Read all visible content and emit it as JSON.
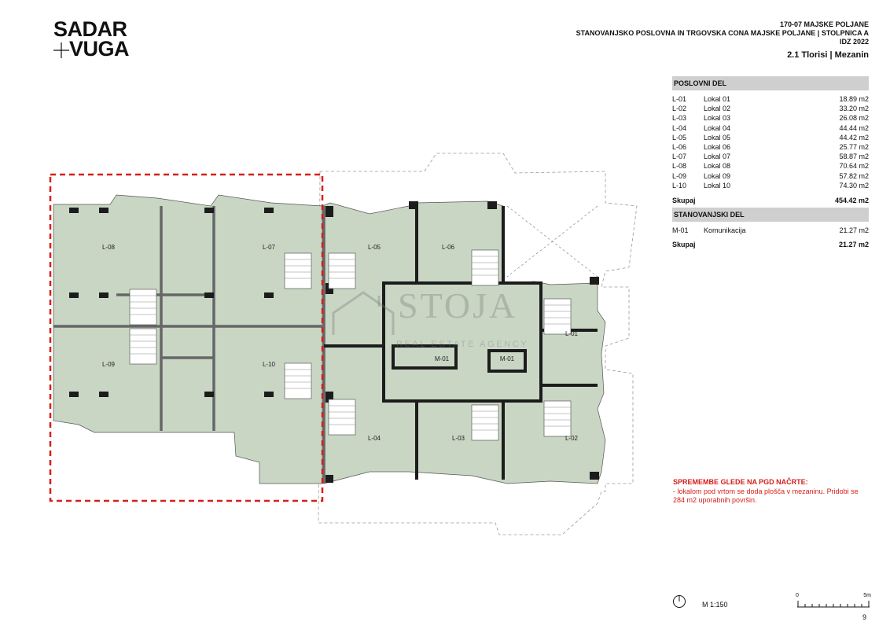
{
  "logo": {
    "line1": "SADAR",
    "line2": "VUGA"
  },
  "header": {
    "line1": "170-07 MAJSKE POLJANE",
    "line2": "STANOVANJSKO POSLOVNA IN TRGOVSKA CONA MAJSKE POLJANE | STOLPNICA A",
    "line3": "IDZ 2022",
    "sheet_title": "2.1 Tlorisi | Mezanin"
  },
  "legend": {
    "business": {
      "title": "POSLOVNI DEL",
      "rows": [
        {
          "code": "L-01",
          "name": "Lokal 01",
          "area": "18.89 m2"
        },
        {
          "code": "L-02",
          "name": "Lokal 02",
          "area": "33.20 m2"
        },
        {
          "code": "L-03",
          "name": "Lokal 03",
          "area": "26.08 m2"
        },
        {
          "code": "L-04",
          "name": "Lokal 04",
          "area": "44.44 m2"
        },
        {
          "code": "L-05",
          "name": "Lokal 05",
          "area": "44.42 m2"
        },
        {
          "code": "L-06",
          "name": "Lokal 06",
          "area": "25.77 m2"
        },
        {
          "code": "L-07",
          "name": "Lokal 07",
          "area": "58.87 m2"
        },
        {
          "code": "L-08",
          "name": "Lokal 08",
          "area": "70.64 m2"
        },
        {
          "code": "L-09",
          "name": "Lokal 09",
          "area": "57.82 m2"
        },
        {
          "code": "L-10",
          "name": "Lokal 10",
          "area": "74.30 m2"
        }
      ],
      "total_label": "Skupaj",
      "total_value": "454.42 m2"
    },
    "residential": {
      "title": "STANOVANJSKI DEL",
      "rows": [
        {
          "code": "M-01",
          "name": "Komunikacija",
          "area": "21.27 m2"
        }
      ],
      "total_label": "Skupaj",
      "total_value": "21.27 m2"
    }
  },
  "changes": {
    "title": "SPREMEMBE GLEDE NA PGD NAČRTE:",
    "text": "- lokalom pod vrtom se doda plošča v mezaninu. Pridobi se 284 m2 uporabnih površin."
  },
  "plan_labels": {
    "l08": "L-08",
    "l07": "L-07",
    "l09": "L-09",
    "l10": "L-10",
    "l05": "L-05",
    "l06": "L-06",
    "l04": "L-04",
    "l03": "L-03",
    "l02": "L-02",
    "l01": "L-01",
    "m01a": "M-01",
    "m01b": "M-01"
  },
  "watermark": {
    "name": "STOJA",
    "tagline": "REAL ESTATE AGENCY"
  },
  "scale": {
    "label": "M 1:150",
    "start": "0",
    "end": "5m"
  },
  "page_number": "9",
  "colors": {
    "floor": "#c9d6c4",
    "wall": "#1c1c1c",
    "highlight": "#d4201b",
    "legend_bar": "#cfcfcf"
  }
}
